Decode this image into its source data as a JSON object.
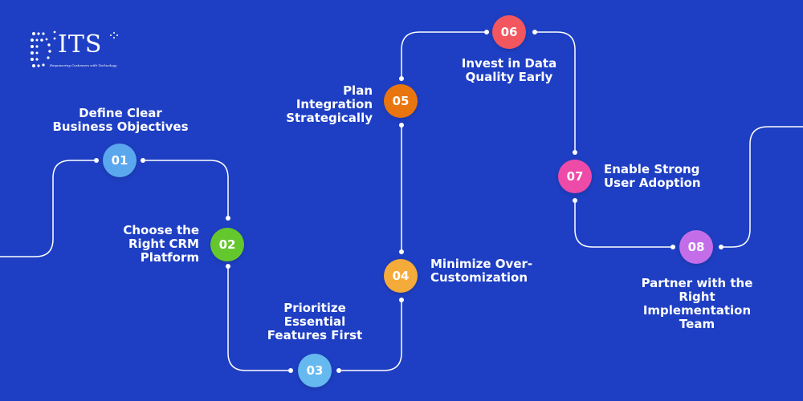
{
  "brand": {
    "name": "ITS",
    "tagline": "Empowering Customers with Technology"
  },
  "colors": {
    "background": "#1e3fc3",
    "connector": "#ffffff"
  },
  "steps": [
    {
      "number": "01",
      "label": "Define Clear\nBusiness Objectives",
      "color": "#5aa7ee"
    },
    {
      "number": "02",
      "label": "Choose the\nRight CRM\nPlatform",
      "color": "#64c72d"
    },
    {
      "number": "03",
      "label": "Prioritize\nEssential\nFeatures First",
      "color": "#65b9ef"
    },
    {
      "number": "04",
      "label": "Minimize Over-\nCustomization",
      "color": "#f5ab3a"
    },
    {
      "number": "05",
      "label": "Plan\nIntegration\nStrategically",
      "color": "#e9750f"
    },
    {
      "number": "06",
      "label": "Invest in Data\nQuality Early",
      "color": "#f2565f"
    },
    {
      "number": "07",
      "label": "Enable Strong\nUser Adoption",
      "color": "#ee4aa8"
    },
    {
      "number": "08",
      "label": "Partner with the\nRight\nImplementation\nTeam",
      "color": "#c36ee8"
    }
  ]
}
